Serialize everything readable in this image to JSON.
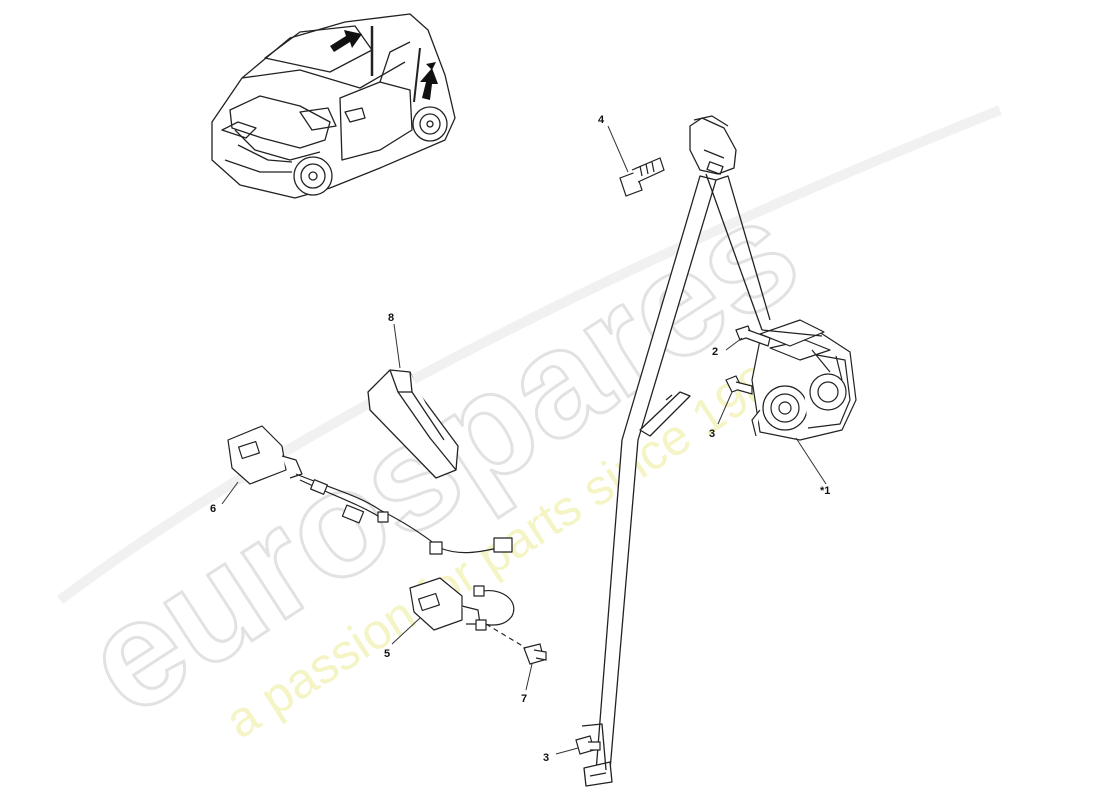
{
  "watermark": {
    "brand": "eurospares",
    "tagline": "a passion for parts since 1985",
    "brand_color": "#e9e9e9",
    "tagline_color": "#f3f3c8"
  },
  "callouts": {
    "c1": "*1",
    "c2": "2",
    "c3a": "3",
    "c3b": "3",
    "c4": "4",
    "c5": "5",
    "c6": "6",
    "c7": "7",
    "c8": "8"
  },
  "colors": {
    "line": "#222222",
    "arrow": "#111111",
    "leader": "#333333"
  },
  "icons": [
    "car-thumbnail-icon",
    "locator-arrow-icon"
  ]
}
